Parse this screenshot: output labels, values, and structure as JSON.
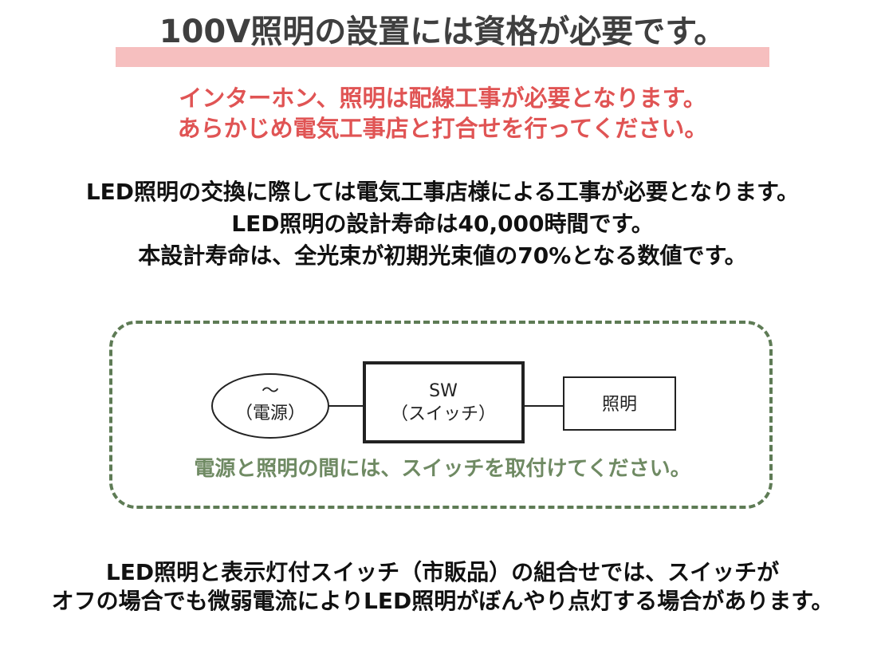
{
  "title": "100V照明の設置には資格が必要です。",
  "warning": {
    "line1": "インターホン、照明は配線工事が必要となります。",
    "line2": "あらかじめ電気工事店と打合せを行ってください。"
  },
  "info": {
    "line1": "LED照明の交換に際しては電気工事店様による工事が必要となります。",
    "line2": "LED照明の設計寿命は40,000時間です。",
    "line3": "本設計寿命は、全光束が初期光束値の70%となる数値です。"
  },
  "diagram": {
    "power_symbol": "～",
    "power_label": "（電源）",
    "switch_label": "SW",
    "switch_sublabel": "（スイッチ）",
    "light_label": "照明",
    "note": "電源と照明の間には、スイッチを取付けてください。",
    "colors": {
      "border": "#5e7b55",
      "note": "#6f8a63"
    }
  },
  "footer": {
    "line1": "LED照明と表示灯付スイッチ（市販品）の組合せでは、スイッチが",
    "line2": "オフの場合でも微弱電流によりLED照明がぼんやり点灯する場合があります。"
  },
  "colors": {
    "title_highlight": "#f6bfbf",
    "title_text": "#3f3f3f",
    "warning_text": "#e05454",
    "body_text": "#111111"
  }
}
